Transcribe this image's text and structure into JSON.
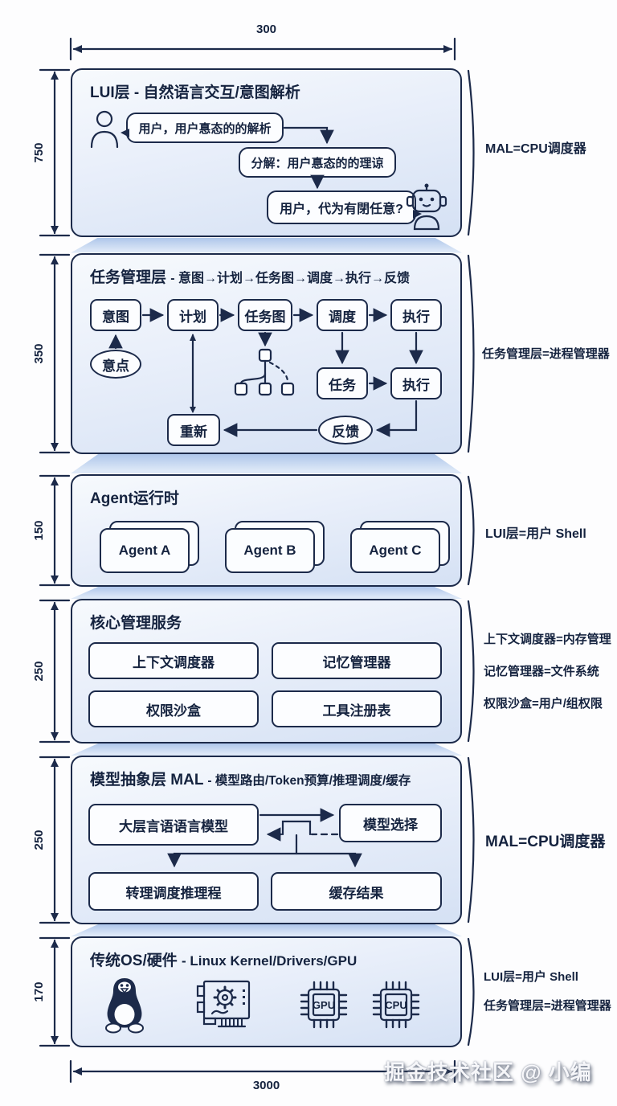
{
  "watermark": "掘金技术社区 @ 小编",
  "dimensions": {
    "top_width": "300",
    "bottom_width": "3000",
    "heights": {
      "lui": "750",
      "task": "350",
      "agent": "150",
      "core": "250",
      "mal": "250",
      "os": "170"
    }
  },
  "lui": {
    "title": "LUI层 - 自然语言交互/意图解析",
    "side_label": "MAL=CPU调度器",
    "bubble1": "用户，用户惪态的的解析",
    "bubble2": "分解：用户惪态的的理谅",
    "bubble3": "用户，代为有閉任意?"
  },
  "task": {
    "title": "任务管理层 ",
    "title_sub": "- 意图→计划→任务图→调度→执行→反馈",
    "side_label": "任务管理层=进程管理器",
    "nodes": {
      "intent": "意图",
      "plan": "计划",
      "taskgraph": "任务图",
      "schedule": "调度",
      "execute": "执行",
      "point": "意点",
      "task": "任务",
      "execute2": "执行",
      "feedback": "反馈",
      "redo": "重新"
    }
  },
  "agent": {
    "title": "Agent运行时",
    "side_label": "LUI层=用户 Shell",
    "cards": [
      "Agent A",
      "Agent B",
      "Agent C"
    ]
  },
  "core": {
    "title": "核心管理服务",
    "side_labels": [
      "上下文调度器=内存管理",
      "记忆管理器=文件系统",
      "权限沙盒=用户/组权限"
    ],
    "boxes": [
      "上下文调度器",
      "记忆管理器",
      "权限沙盒",
      "工具注册表"
    ]
  },
  "mal": {
    "title": "模型抽象层 MAL ",
    "title_sub": "- 模型路由/Token预算/推理调度/缓存",
    "side_label": "MAL=CPU调度器",
    "boxes": {
      "llm": "大层言语语言模型",
      "select": "模型选择",
      "sched": "转理调度推理程",
      "cache": "缓存结果"
    }
  },
  "os": {
    "title": "传统OS/硬件 ",
    "title_sub": "- Linux Kernel/Drivers/GPU",
    "side_labels": [
      "LUI层=用户 Shell",
      "任务管理层=进程管理器"
    ],
    "chips": {
      "gpu": "GPU",
      "cpu": "CPU"
    }
  }
}
